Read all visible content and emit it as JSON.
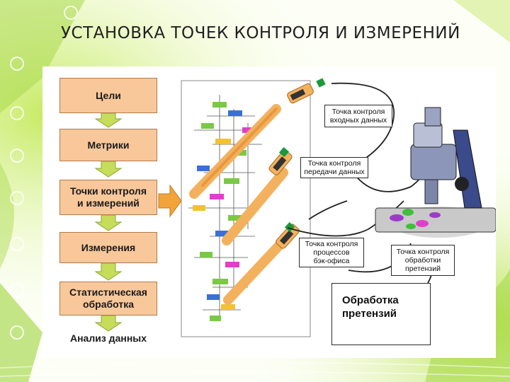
{
  "slide": {
    "title": "УСТАНОВКА ТОЧЕК КОНТРОЛЯ И ИЗМЕРЕНИЙ"
  },
  "colors": {
    "step_fill": "#f8c79a",
    "arrow_fill": "#c6dc5a",
    "highlight_arrow": "#f2a33a",
    "thermometer": "#f3b15e",
    "background_green": "#9fd33a"
  },
  "steps": [
    {
      "label": "Цели"
    },
    {
      "label": "Метрики"
    },
    {
      "label": "Точки контроля\nи измерений"
    },
    {
      "label": "Измерения"
    },
    {
      "label": "Статистическая\nобработка"
    }
  ],
  "final_step": {
    "label": "Анализ данных"
  },
  "callouts": {
    "input_data": "Точка контроля\nвходных данных",
    "data_transfer": "Точка контроля\nпередачи данных",
    "back_office": "Точка контроля\nпроцессов\nбэк-офиса",
    "claims_processing": "Точка контроля\nобработки\nпретензий"
  },
  "claims_box": {
    "label": "Обработка\nпретензий"
  }
}
